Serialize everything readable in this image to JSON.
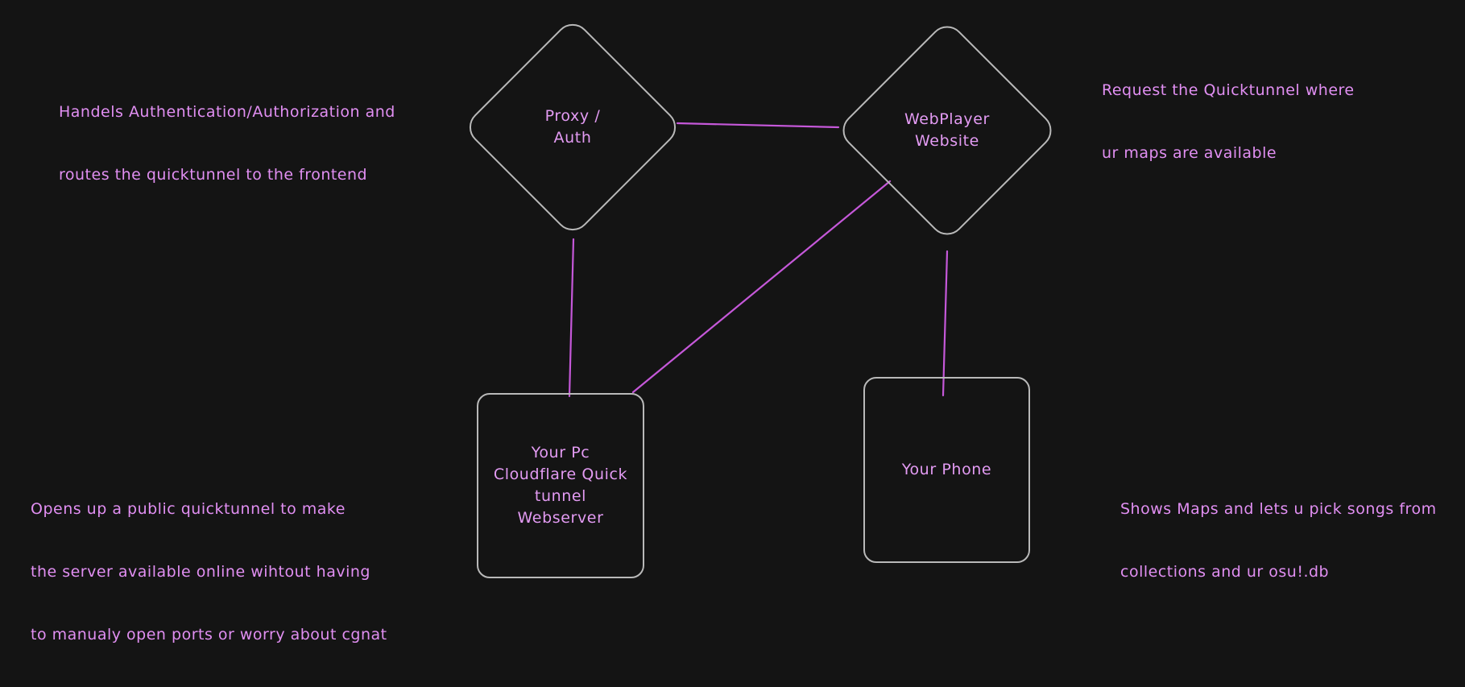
{
  "background_color": "#141414",
  "node_border_color": "#b9b9b9",
  "edge_color": "#c558d9",
  "text_color": "#e39bf3",
  "nodes": {
    "proxy_auth": {
      "shape": "diamond",
      "lines": [
        "Proxy /",
        "Auth"
      ]
    },
    "webplayer": {
      "shape": "diamond",
      "lines": [
        "WebPlayer",
        "Website"
      ]
    },
    "your_pc": {
      "shape": "rounded-rect",
      "lines": [
        "Your Pc",
        "Cloudflare Quick",
        "tunnel",
        "Webserver"
      ]
    },
    "your_phone": {
      "shape": "rounded-rect",
      "lines": [
        "Your Phone"
      ]
    }
  },
  "annotations": {
    "top_left": {
      "lines": [
        "Handels Authentication/Authorization and",
        "routes the quicktunnel to the frontend"
      ]
    },
    "top_right": {
      "lines": [
        "Request the Quicktunnel where",
        "ur maps are available"
      ]
    },
    "bottom_left": {
      "lines": [
        "Opens up a public quicktunnel to make",
        "the server available online wihtout having",
        "to manualy open ports or worry about cgnat"
      ]
    },
    "bottom_right": {
      "lines": [
        "Shows Maps and lets u pick songs from",
        "collections and ur osu!.db"
      ]
    }
  },
  "edges": [
    {
      "from": "proxy_auth",
      "to": "webplayer"
    },
    {
      "from": "proxy_auth",
      "to": "your_pc"
    },
    {
      "from": "webplayer",
      "to": "your_pc"
    },
    {
      "from": "webplayer",
      "to": "your_phone"
    }
  ]
}
